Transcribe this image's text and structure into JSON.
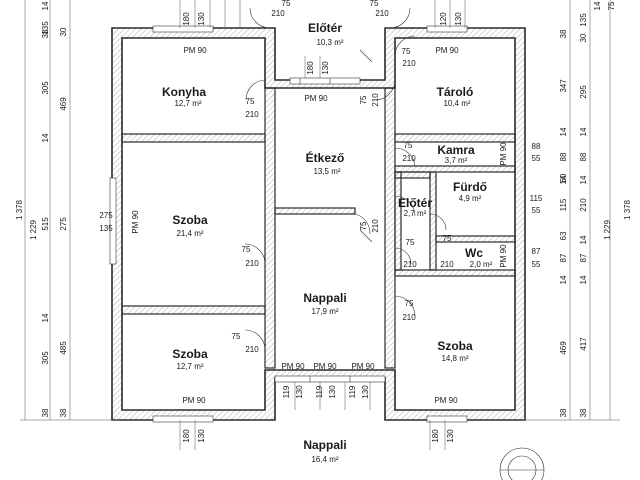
{
  "rooms": [
    {
      "id": "eloter-top",
      "name": "Előtér",
      "area": "10,3 m²"
    },
    {
      "id": "konyha",
      "name": "Konyha",
      "area": "12,7 m²"
    },
    {
      "id": "tarolo",
      "name": "Tároló",
      "area": "10,4 m²"
    },
    {
      "id": "etkezo",
      "name": "Étkező",
      "area": "13,5 m²"
    },
    {
      "id": "kamra",
      "name": "Kamra",
      "area": "3,7 m²"
    },
    {
      "id": "szoba-left",
      "name": "Szoba",
      "area": "21,4 m²"
    },
    {
      "id": "eloter-mid",
      "name": "Előtér",
      "area": "2,7 m²"
    },
    {
      "id": "furdo",
      "name": "Fürdő",
      "area": "4,9 m²"
    },
    {
      "id": "wc",
      "name": "Wc",
      "area": "2,0 m²"
    },
    {
      "id": "nappali",
      "name": "Nappali",
      "area": "17,9 m²"
    },
    {
      "id": "szoba-bl",
      "name": "Szoba",
      "area": "12,7 m²"
    },
    {
      "id": "szoba-br",
      "name": "Szoba",
      "area": "14,8 m²"
    },
    {
      "id": "nappali-bottom",
      "name": "Nappali",
      "area": "16,4 m²"
    }
  ],
  "labels": {
    "pm90": "PM 90",
    "d75": "75",
    "d210": "210",
    "d180": "180",
    "d130": "130",
    "d120": "120",
    "d119": "119",
    "d275": "275",
    "d135": "135",
    "d88": "88",
    "d55": "55",
    "d115": "115",
    "d87": "87"
  },
  "left_dims": {
    "outer": [
      "14",
      "38",
      "305",
      "14",
      "515",
      "14",
      "305",
      "38"
    ],
    "mid": [
      "135",
      "30",
      "469",
      "275",
      "485",
      "38"
    ],
    "total_a": "1 378",
    "total_b": "1 229"
  },
  "right_dims": {
    "inner": [
      "38",
      "347",
      "14",
      "88",
      "14",
      "60",
      "115",
      "63",
      "87",
      "14",
      "469",
      "38"
    ],
    "mid": [
      "135",
      "30",
      "295",
      "14",
      "88",
      "14",
      "210",
      "14",
      "87",
      "14",
      "417",
      "38"
    ],
    "outer": [
      "14",
      "75",
      "1 378",
      "1 229"
    ]
  }
}
